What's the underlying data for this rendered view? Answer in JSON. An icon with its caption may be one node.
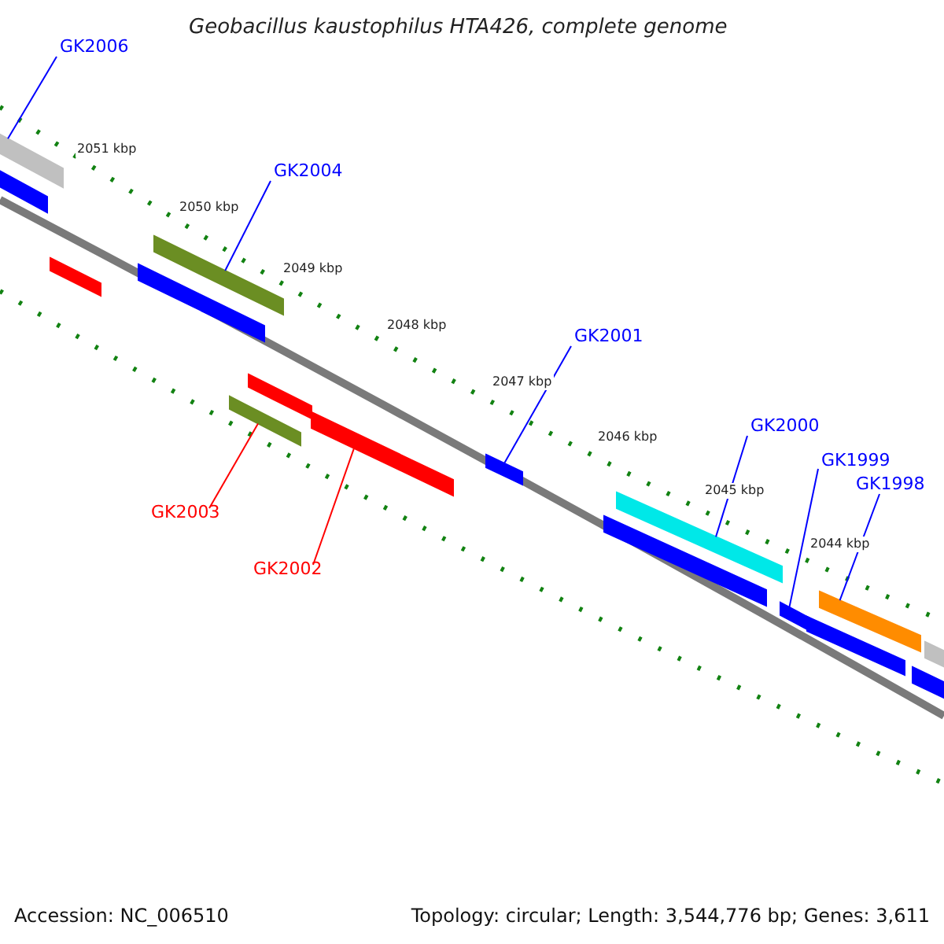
{
  "diagram": {
    "title": "Geobacillus kaustophilus HTA426, complete genome",
    "nodes": [
      {
        "text": [
          "GK2006"
        ]
      },
      {
        "text": [
          "GK2004"
        ]
      },
      {
        "text": [
          "GK2001"
        ]
      },
      {
        "text": [
          "GK2000"
        ]
      },
      {
        "text": [
          "GK1999"
        ]
      },
      {
        "text": [
          "GK1998"
        ]
      },
      {
        "text": [
          "GK2003"
        ]
      },
      {
        "text": [
          "GK2002"
        ]
      },
      {
        "text": [],
        "shape": "bar"
      },
      {
        "text": [],
        "shape": "bar"
      },
      {
        "text": [],
        "shape": "bar"
      },
      {
        "text": [],
        "shape": "bar"
      },
      {
        "text": [],
        "shape": "bar"
      },
      {
        "text": [],
        "shape": "bar"
      },
      {
        "text": [],
        "shape": "bar"
      },
      {
        "text": [],
        "shape": "bar"
      },
      {
        "text": [],
        "shape": "bar"
      },
      {
        "text": [],
        "shape": "bar"
      },
      {
        "text": [],
        "shape": "bar"
      },
      {
        "text": [],
        "shape": "bar"
      },
      {
        "text": [],
        "shape": "bar"
      },
      {
        "text": [],
        "shape": "bar"
      },
      {
        "text": [],
        "shape": "bar"
      },
      {
        "text": [],
        "shape": "bar"
      }
    ],
    "edges": [
      {
        "from": 0,
        "to": 8,
        "arrow": "none"
      },
      {
        "from": 1,
        "to": 12,
        "arrow": "none"
      },
      {
        "from": 2,
        "to": 16,
        "arrow": "none"
      },
      {
        "from": 3,
        "to": 17,
        "arrow": "none"
      },
      {
        "from": 4,
        "to": 19,
        "arrow": "none"
      },
      {
        "from": 5,
        "to": 20,
        "arrow": "none"
      },
      {
        "from": 6,
        "to": 14,
        "arrow": "none",
        "color": "#ff0000"
      },
      {
        "from": 7,
        "to": 15,
        "arrow": "none",
        "color": "#ff0000"
      }
    ],
    "labels": [
      "2051 kbp",
      "2050 kbp",
      "2049 kbp",
      "2048 kbp",
      "2047 kbp",
      "2046 kbp",
      "2045 kbp",
      "2044 kbp",
      "Accession: NC_006510",
      "Topology: circular; Length: 3,544,776 bp; Genes: 3,611"
    ]
  }
}
